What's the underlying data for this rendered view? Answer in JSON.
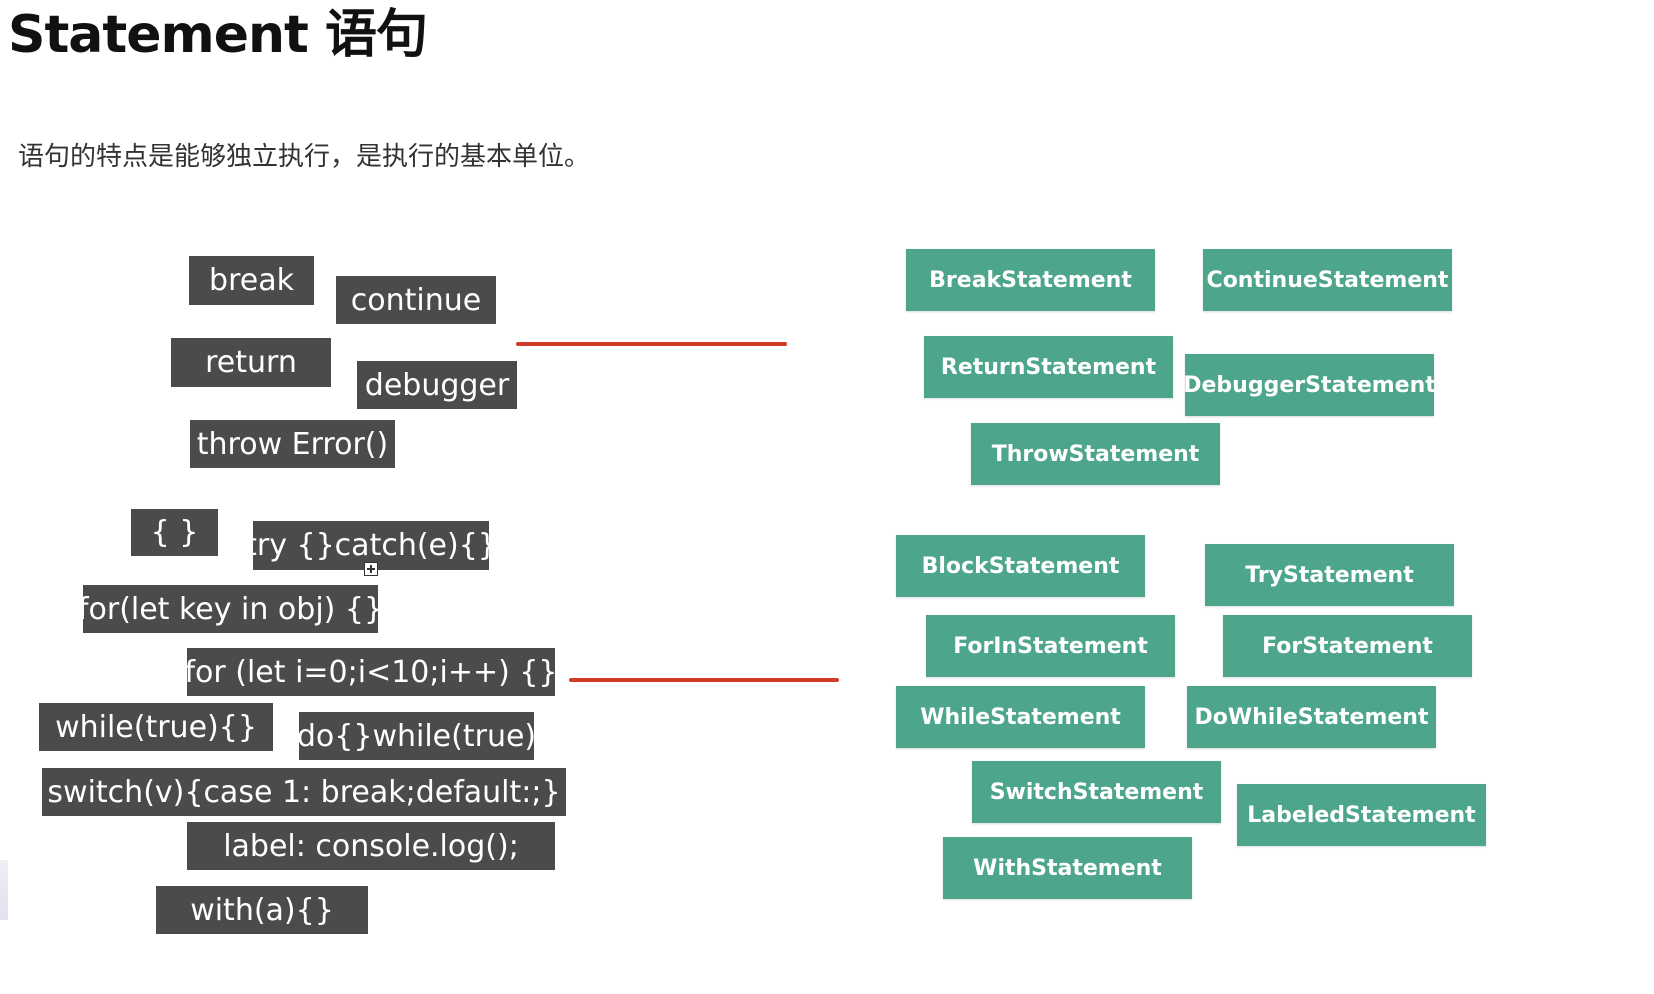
{
  "title": "Statement 语句",
  "description": "语句的特点是能够独立执行，是执行的基本单位。",
  "colors": {
    "code_bg": "#4a4b4d",
    "ast_bg": "#4da58b",
    "connector": "#d13b2b"
  },
  "code_examples": [
    {
      "text": "break"
    },
    {
      "text": "continue"
    },
    {
      "text": "return"
    },
    {
      "text": "debugger"
    },
    {
      "text": "throw Error()"
    },
    {
      "text": "{ }"
    },
    {
      "text": "try {}catch(e){}"
    },
    {
      "text": "for(let key in obj) {}"
    },
    {
      "text": "for (let i=0;i<10;i++) {}"
    },
    {
      "text": "while(true){}"
    },
    {
      "text": "do{}while(true)"
    },
    {
      "text": "switch(v){case 1: break;default:;}"
    },
    {
      "text": "label: console.log();"
    },
    {
      "text": "with(a){}"
    }
  ],
  "ast_nodes": [
    {
      "text": "BreakStatement"
    },
    {
      "text": "ContinueStatement"
    },
    {
      "text": "ReturnStatement"
    },
    {
      "text": "DebuggerStatement"
    },
    {
      "text": "ThrowStatement"
    },
    {
      "text": "BlockStatement"
    },
    {
      "text": "TryStatement"
    },
    {
      "text": "ForInStatement"
    },
    {
      "text": "ForStatement"
    },
    {
      "text": "WhileStatement"
    },
    {
      "text": "DoWhileStatement"
    },
    {
      "text": "SwitchStatement"
    },
    {
      "text": "LabeledStatement"
    },
    {
      "text": "WithStatement"
    }
  ]
}
